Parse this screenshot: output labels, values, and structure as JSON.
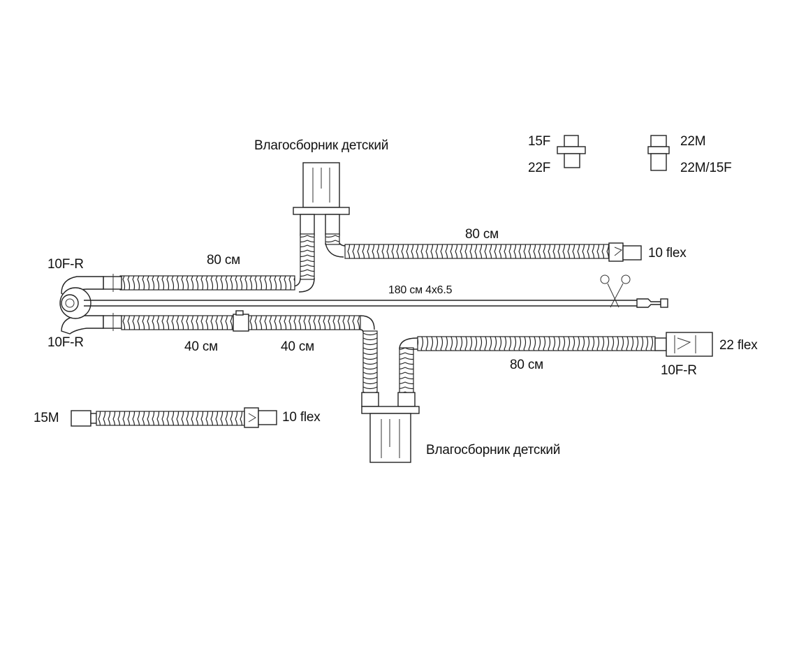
{
  "labels": {
    "trap_top": "Влагосборник детский",
    "trap_bottom": "Влагосборник детский",
    "legend_15f": "15F",
    "legend_22f": "22F",
    "legend_22m": "22M",
    "legend_22m15f": "22M/15F",
    "left_top_conn": "10F-R",
    "left_bottom_conn": "10F-R",
    "upper_left_len": "80 см",
    "upper_right_len": "80 см",
    "upper_right_end": "10 flex",
    "line_len": "180 см 4x6.5",
    "lower_left_len1": "40 см",
    "lower_left_len2": "40 см",
    "lower_right_len": "80 см",
    "lower_right_end": "22 flex",
    "lower_right_conn": "10F-R",
    "small_tube_start": "15M",
    "small_tube_end": "10 flex"
  }
}
